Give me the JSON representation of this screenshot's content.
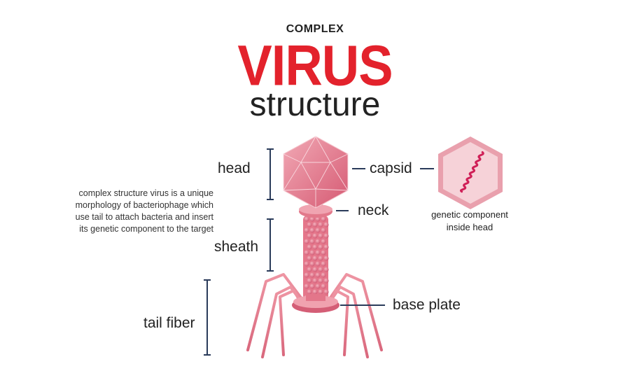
{
  "title": {
    "top": "COMPLEX",
    "main": "VIRUS",
    "sub": "structure"
  },
  "labels": {
    "head": "head",
    "capsid": "capsid",
    "neck": "neck",
    "sheath": "sheath",
    "base_plate": "base plate",
    "tail_fiber": "tail fiber"
  },
  "description": [
    "complex structure virus is a unique",
    "morphology of bacteriophage which",
    "use tail to attach bacteria and insert",
    "its genetic component to the target"
  ],
  "genetic_component": [
    "genetic component",
    "inside head"
  ],
  "colors": {
    "accent_red": "#e3222c",
    "virus_pink": "#e7828f",
    "virus_dark": "#c94a61",
    "line_navy": "#2a3b5a"
  }
}
